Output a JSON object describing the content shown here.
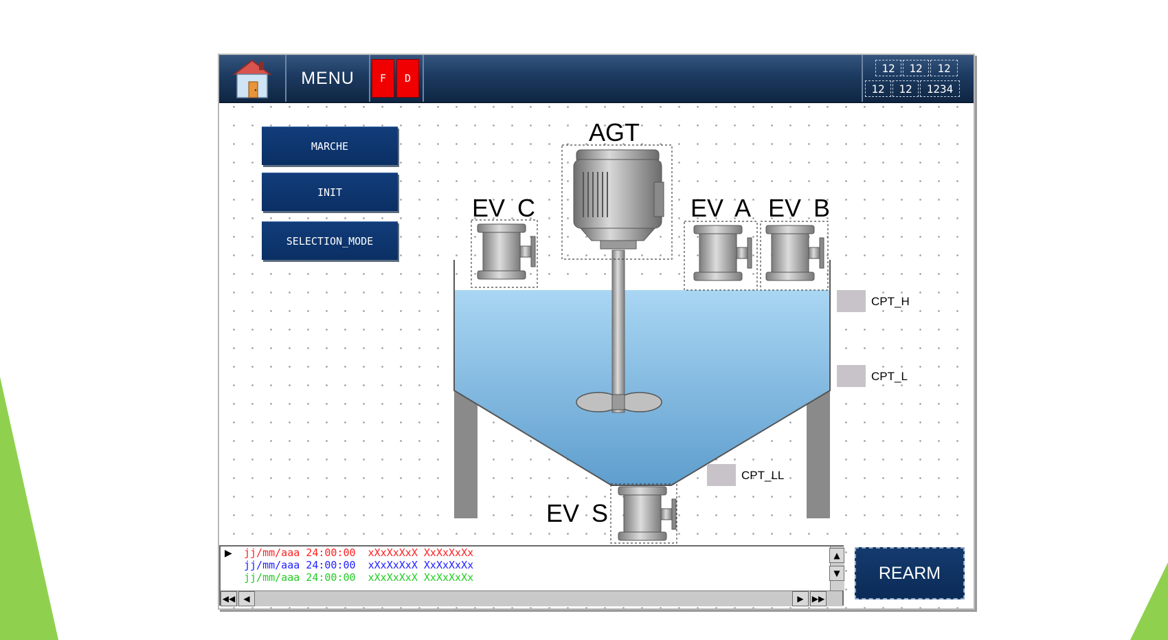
{
  "topbar": {
    "home_icon": "house-icon",
    "menu_label": "MENU",
    "f_label": "F",
    "d_label": "D",
    "date": [
      "12",
      "12",
      "12"
    ],
    "time": [
      "12",
      "12",
      "1234"
    ]
  },
  "commands": {
    "marche": "MARCHE",
    "init": "INIT",
    "selection_mode": "SELECTION_MODE"
  },
  "process": {
    "agitator_label": "AGT",
    "valve_c_label": "EV C",
    "valve_a_label": "EV A",
    "valve_b_label": "EV B",
    "valve_s_label": "EV S",
    "sensor_high": "CPT_H",
    "sensor_low": "CPT_L",
    "sensor_low_low": "CPT_LL"
  },
  "alarms": [
    {
      "text": "jj/mm/aaa 24:00:00  xXxXxXxX XxXxXxXx",
      "color": "#ff2020"
    },
    {
      "text": "jj/mm/aaa 24:00:00  xXxXxXxX XxXxXxXx",
      "color": "#2020ff"
    },
    {
      "text": "jj/mm/aaa 24:00:00  xXxXxXxX XxXxXxXx",
      "color": "#22cc22"
    }
  ],
  "rearm_label": "REARM",
  "colors": {
    "header": "#1c3a60",
    "button": "#0a2f64",
    "fd_indicator": "#f00000",
    "liquid": "#7fbde6",
    "sensor_off": "#c7c3c8",
    "slide_accent": "#8fd14f"
  }
}
